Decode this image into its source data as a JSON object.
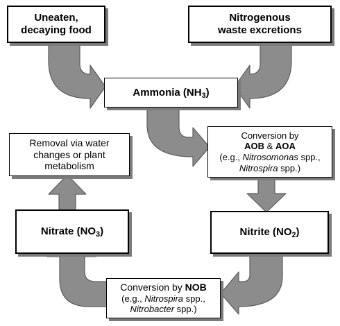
{
  "boxes": {
    "uneaten_food": {
      "lines": [
        "Uneaten,",
        "decaying food"
      ]
    },
    "nitrogenous_waste": {
      "lines": [
        "Nitrogenous",
        "waste excretions"
      ]
    },
    "ammonia": {
      "label": "Ammonia (NH",
      "sub": "3",
      "close": ")"
    },
    "conversion_aob": {
      "line1": "Conversion by",
      "aob": "AOB",
      "amp": " & ",
      "aoa": "AOA",
      "eg_prefix": "(e.g., ",
      "nitrosomonas": "Nitrosomonas",
      "spp1": " spp.,",
      "nitrospira": "Nitrospira",
      "spp2": " spp.)"
    },
    "nitrite": {
      "label": "Nitrite (NO",
      "sub": "2",
      "close": ")"
    },
    "conversion_nob": {
      "prefix": "Conversion by ",
      "nob": "NOB",
      "eg_prefix": "(e.g., ",
      "nitrospira": "Nitrospira",
      "spp1": " spp.,",
      "nitrobacter": "Nitrobacter",
      "spp2": " spp.)"
    },
    "nitrate": {
      "label": "Nitrate (NO",
      "sub": "3",
      "close": ")"
    },
    "removal": {
      "lines": [
        "Removal via water",
        "changes or plant",
        "metabolism"
      ]
    }
  },
  "colors": {
    "arrow_fill": "#8c8c8c",
    "arrow_stroke": "#5c5c5c",
    "shadow": "#7a7a7a"
  }
}
